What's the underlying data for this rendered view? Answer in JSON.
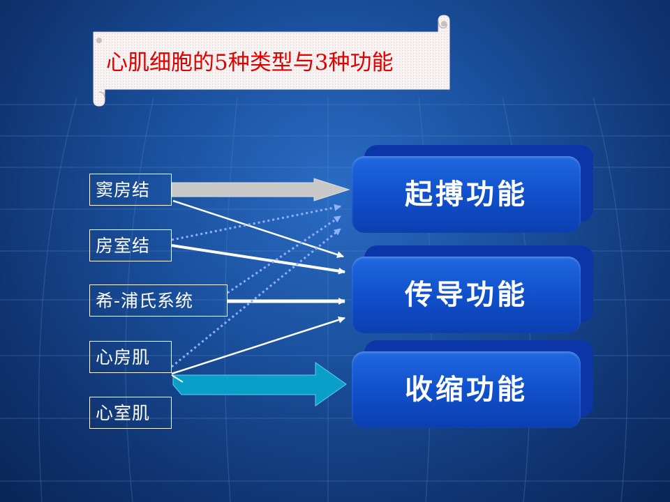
{
  "title": "心肌细胞的5种类型与3种功能",
  "sources": [
    {
      "id": "sa-node",
      "label": "窦房结"
    },
    {
      "id": "av-node",
      "label": "房室结"
    },
    {
      "id": "purkinje",
      "label": "希-浦氏系统"
    },
    {
      "id": "atrial",
      "label": "心房肌"
    },
    {
      "id": "ventricular",
      "label": "心室肌"
    }
  ],
  "functions": [
    {
      "id": "pacemaker",
      "label": "起搏功能"
    },
    {
      "id": "conduction",
      "label": "传导功能"
    },
    {
      "id": "contraction",
      "label": "收缩功能"
    }
  ],
  "colors": {
    "background": "#1a4f9c",
    "title_text": "#e00000",
    "function_box": "#1150cc",
    "block_arrow_gray": "#c8c8c8",
    "block_arrow_teal": "#0a9fc8",
    "dotted_arrow": "#8fb0ff"
  }
}
